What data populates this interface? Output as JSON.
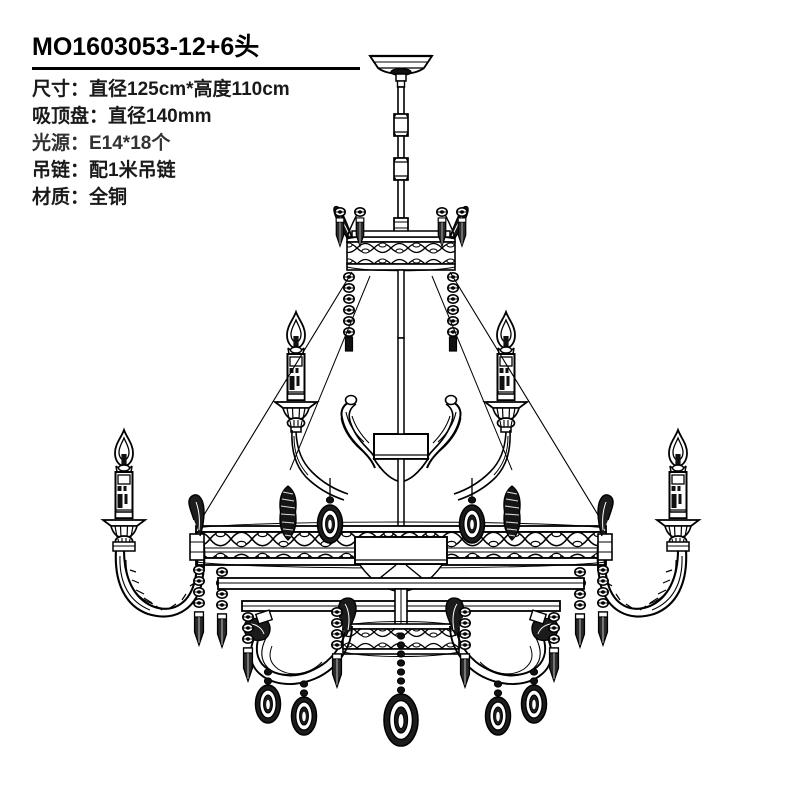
{
  "product": {
    "model_title": "MO1603053-12+6头",
    "specs": [
      {
        "label": "尺寸：",
        "value": "直径125cm*高度110cm"
      },
      {
        "label": "吸顶盘：",
        "value": "直径140mm"
      },
      {
        "label": "光源：",
        "value": "E14*18个"
      },
      {
        "label": "吊链：",
        "value": "配1米吊链"
      },
      {
        "label": "材质：",
        "value": "全铜"
      }
    ],
    "spec_lines": [
      "尺寸：直径125cm*高度110cm",
      "吸顶盘：直径140mm",
      "光源：E14*18个",
      "吊链：配1米吊链",
      "材质：全铜"
    ],
    "diameter_cm": 125,
    "height_cm": 110,
    "canopy_diameter_mm": 140,
    "lamp_base": "E14",
    "lamp_count": 18,
    "chain_length_m": 1,
    "material": "全铜",
    "tier_upper_lights": 6,
    "tier_lower_lights": 12
  },
  "drawing": {
    "type": "line-art technical elevation",
    "subject": "6+12 light brass crystal chandelier",
    "line_color": "#000000",
    "background_color": "#ffffff",
    "parts": [
      "ceiling-canopy",
      "suspension-rod",
      "chain-link-upper",
      "chain-link-lower",
      "upper-tier-ring",
      "upper-tier-candles",
      "center-hub-collar",
      "scroll-arms",
      "main-lower-ring",
      "outer-candle-arms",
      "bottom-bar-frame",
      "bottom-decor-ring",
      "swag-scrolls",
      "beaded-chains",
      "prism-spear-drops",
      "teardrop-crystals",
      "crystal-spires",
      "center-pendant"
    ]
  }
}
